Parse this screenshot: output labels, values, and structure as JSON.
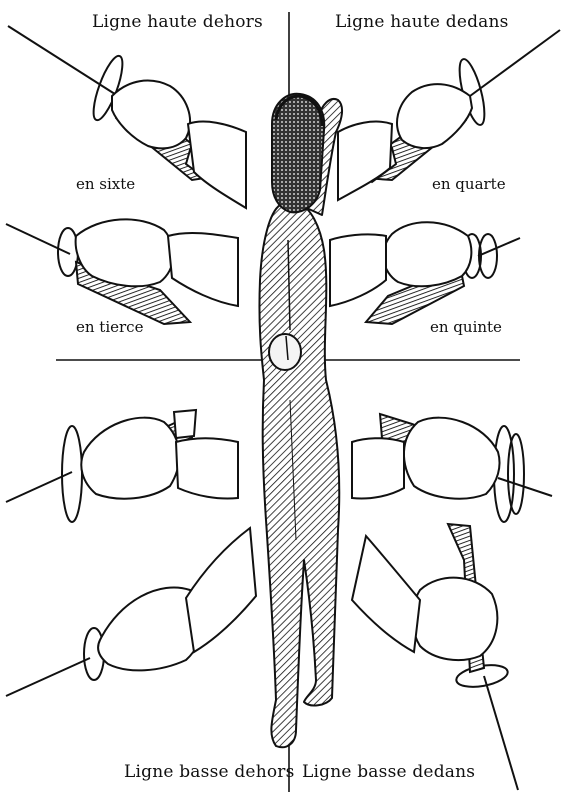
{
  "labels": {
    "ligne_haute_dehors": "Ligne haute dehors",
    "ligne_haute_dedans": "Ligne haute dedans",
    "en_sixte": "en sixte",
    "en_quarte": "en quarte",
    "en_tierce": "en tierce",
    "en_quinte": "en quinte",
    "ligne_basse_dehors": "Ligne basse dehors",
    "ligne_basse_dedans": "Ligne basse dedans"
  },
  "colors": {
    "ink": "#111111",
    "paper": "#ffffff",
    "target": "#f4f4f4"
  }
}
